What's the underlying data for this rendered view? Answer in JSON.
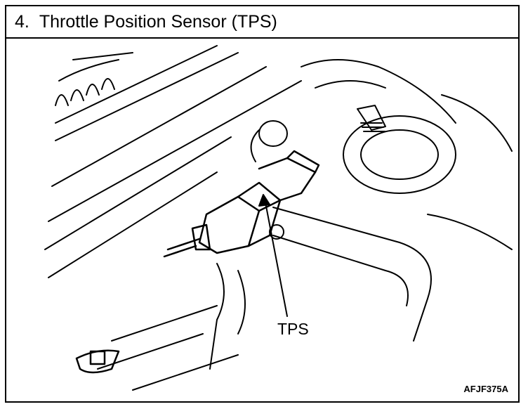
{
  "header": {
    "number": "4.",
    "title": "Throttle Position Sensor (TPS)"
  },
  "illustration": {
    "callout_label": "TPS",
    "figure_code": "AFJF375A"
  }
}
